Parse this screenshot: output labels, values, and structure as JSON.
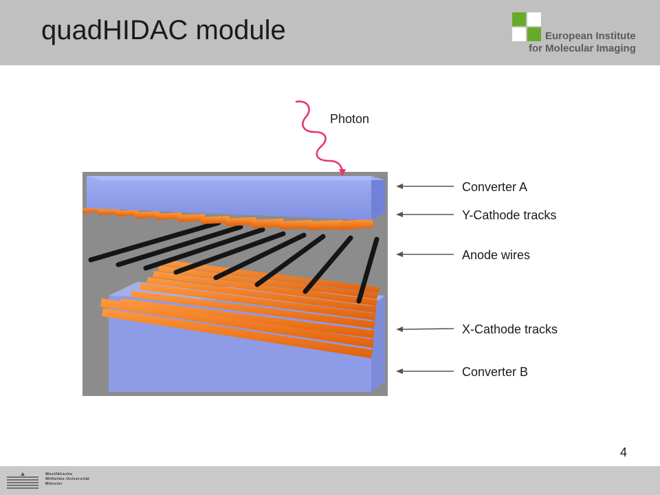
{
  "slide": {
    "title": "quadHIDAC module",
    "page_number": "4"
  },
  "logo": {
    "line1": "European Institute",
    "line2": "for Molecular Imaging",
    "colors": {
      "green": "#6aaa2a",
      "grey": "#9a9a9a",
      "light": "#ffffff"
    }
  },
  "diagram": {
    "photon_label": "Photon",
    "labels": {
      "converter_a": "Converter A",
      "y_cathode": "Y-Cathode tracks",
      "anode": "Anode wires",
      "x_cathode": "X-Cathode tracks",
      "converter_b": "Converter B"
    },
    "colors": {
      "background": "#8c8c8c",
      "converter": "#8f9ff5",
      "track": "#ff7a1a",
      "wire": "#1a1a1a",
      "photon": "#e8356e"
    }
  },
  "footer": {
    "university_line1": "Westfälische",
    "university_line2": "Wilhelms-Universität",
    "university_line3": "Münster"
  }
}
